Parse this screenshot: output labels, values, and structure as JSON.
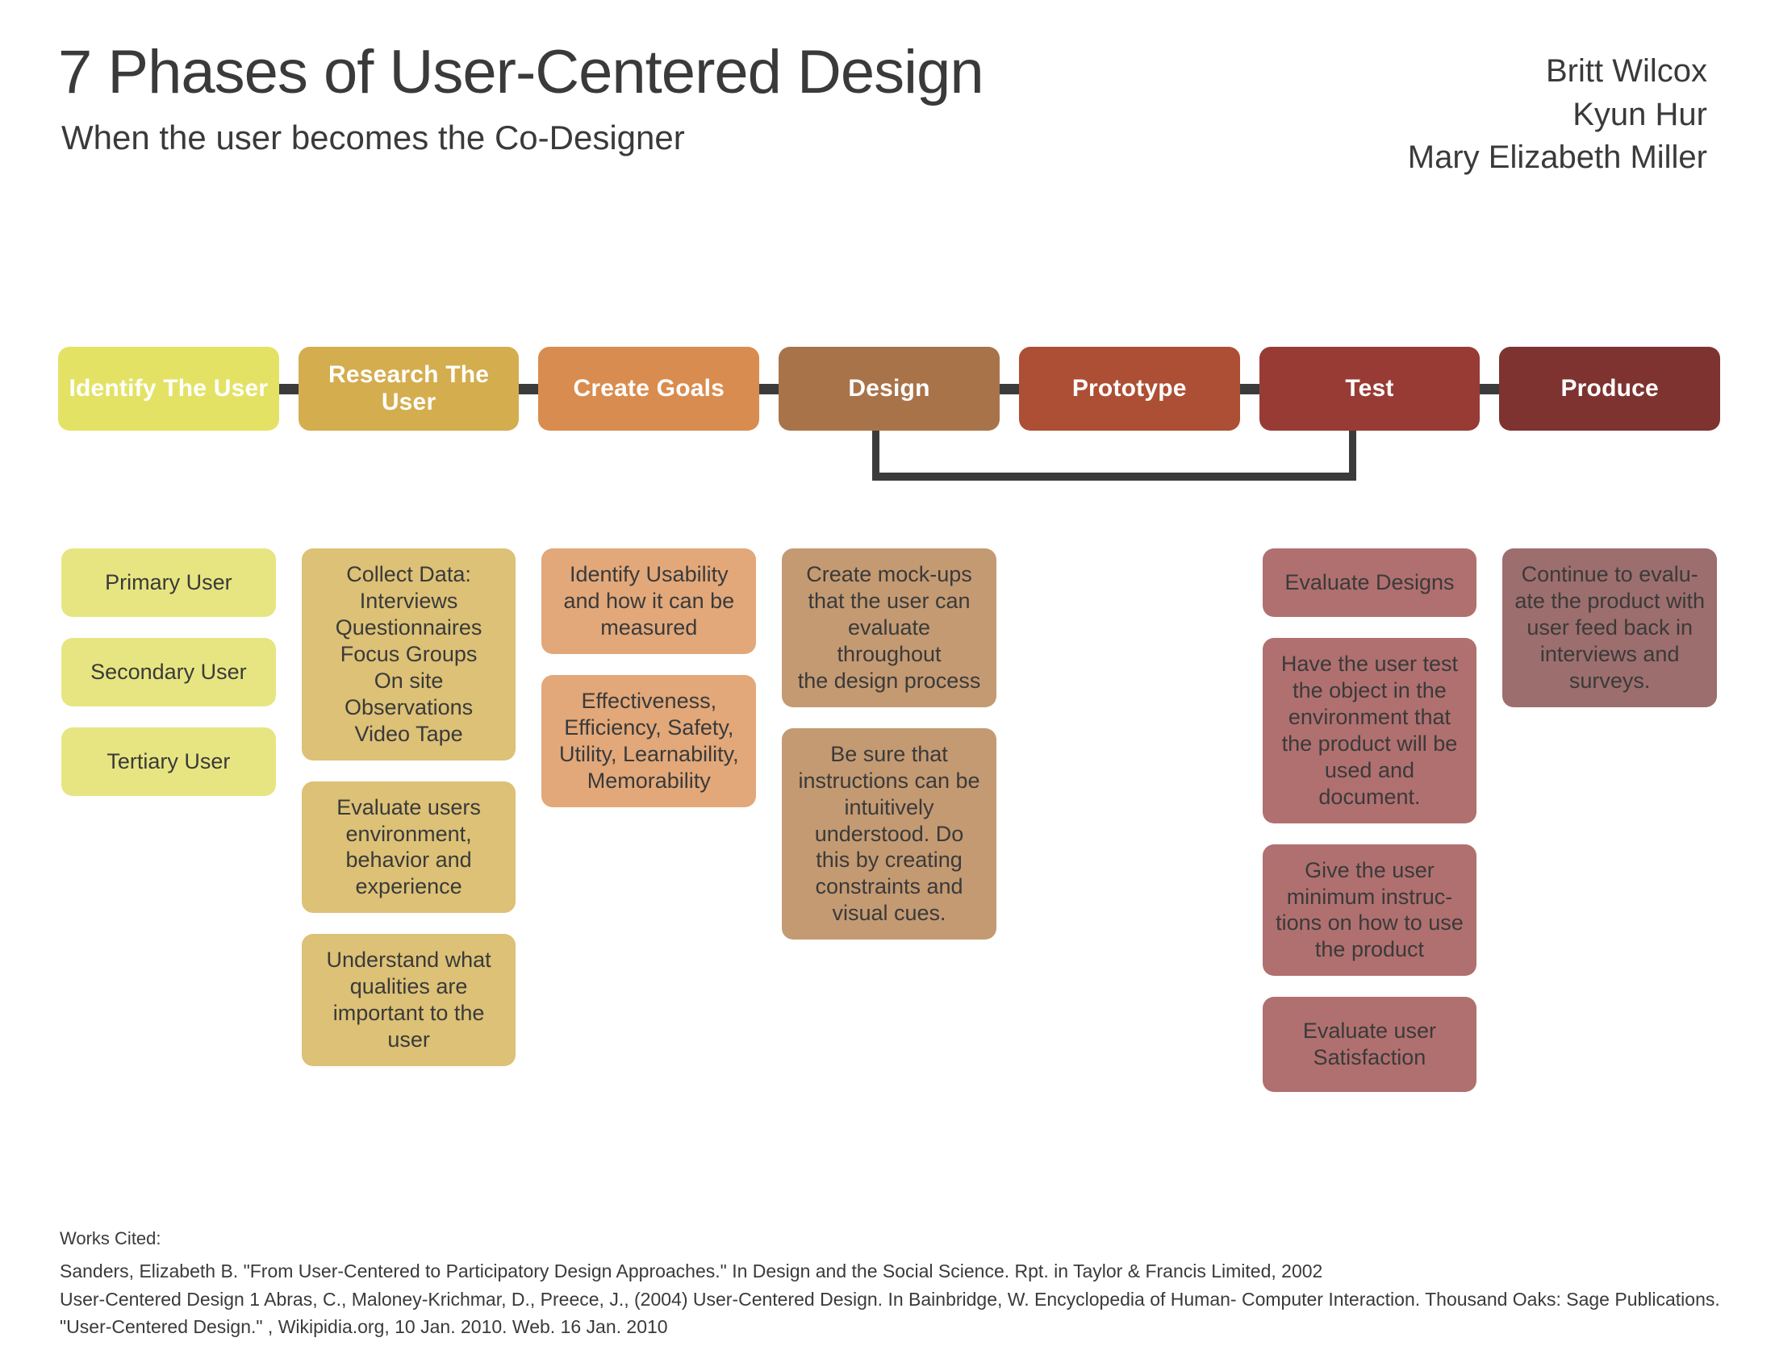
{
  "header": {
    "title": "7 Phases of User-Centered Design",
    "subtitle": "When the user becomes the Co-Designer",
    "authors": [
      "Britt Wilcox",
      "Kyun Hur",
      "Mary Elizabeth Miller"
    ]
  },
  "colors": {
    "phase_identify": "#e4e265",
    "phase_research": "#d4ad4e",
    "phase_goals": "#d98c4f",
    "phase_design": "#a9734a",
    "phase_prototype": "#ad4f34",
    "phase_test": "#993b35",
    "phase_produce": "#7e3330",
    "card_identify": "#e7e581",
    "card_research": "#dcc176",
    "card_goals": "#e2a87a",
    "card_design": "#c49a72",
    "card_test": "#b0706f",
    "card_produce": "#9d6e6e",
    "connector": "#3b3b3b",
    "text_dark": "#3a3a3a",
    "text_light": "#ffffff"
  },
  "phases": [
    {
      "label": "Identify The User"
    },
    {
      "label": "Research The User"
    },
    {
      "label": "Create Goals"
    },
    {
      "label": "Design"
    },
    {
      "label": "Prototype"
    },
    {
      "label": "Test"
    },
    {
      "label": "Produce"
    }
  ],
  "columns": [
    {
      "phase": "Identify The User",
      "cards": [
        {
          "text": "Primary User"
        },
        {
          "text": "Secondary User"
        },
        {
          "text": "Tertiary User"
        }
      ]
    },
    {
      "phase": "Research The User",
      "cards": [
        {
          "text": "Collect Data:\nInterviews\nQuestionnaires\nFocus Groups\nOn site Observations\nVideo Tape"
        },
        {
          "text": "Evaluate users\nenvironment,\nbehavior and\nexperience"
        },
        {
          "text": "Understand what\nqualities are\nimportant to the\nuser"
        }
      ]
    },
    {
      "phase": "Create Goals",
      "cards": [
        {
          "text": "Identify Usability\nand how it can be\nmeasured"
        },
        {
          "text": "Effectiveness,\nEfficiency, Safety,\nUtility, Learnability,\nMemorability"
        }
      ]
    },
    {
      "phase": "Design",
      "cards": [
        {
          "text": "Create mock-ups\nthat the user can\nevaluate throughout\nthe design process"
        },
        {
          "text": "Be sure that\ninstructions can be\nintuitively\nunderstood.  Do\nthis by creating\nconstraints and\nvisual cues."
        }
      ]
    },
    {
      "phase": "Prototype",
      "cards": []
    },
    {
      "phase": "Test",
      "cards": [
        {
          "text": "Evaluate Designs"
        },
        {
          "text": "Have the user test\nthe object in the\nenvironment that\nthe product will be\nused and document."
        },
        {
          "text": "Give the user\nminimum instruc-\ntions on how to use\nthe product"
        },
        {
          "text": "Evaluate user\nSatisfaction"
        }
      ]
    },
    {
      "phase": "Produce",
      "cards": [
        {
          "text": "Continue to evalu-\nate the product with\nuser feed back in\ninterviews and\nsurveys."
        }
      ]
    }
  ],
  "footer": {
    "heading": "Works Cited:",
    "citations": [
      "Sanders, Elizabeth B. \"From User-Centered to Participatory Design Approaches.\" In Design and the Social Science. Rpt. in Taylor & Francis Limited, 2002",
      "User-Centered Design 1 Abras, C., Maloney-Krichmar, D., Preece, J., (2004) User-Centered Design. In Bainbridge, W. Encyclopedia of Human- Computer Interaction. Thousand Oaks: Sage Publications.",
      "\"User-Centered Design.\" , Wikipidia.org, 10 Jan. 2010. Web. 16 Jan. 2010"
    ]
  }
}
